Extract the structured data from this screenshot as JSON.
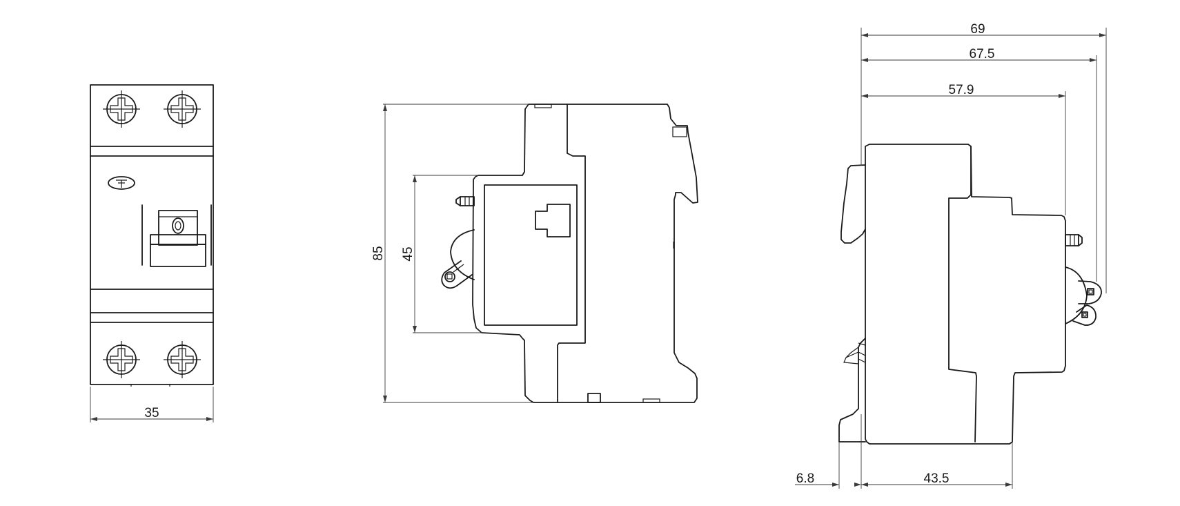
{
  "dimensions": {
    "front_width": "35",
    "side_height": "85",
    "side_inner_height": "45",
    "right_overall_69": "69",
    "right_overall_67_5": "67.5",
    "right_overall_57_9": "57.9",
    "right_bottom_6_8": "6.8",
    "right_bottom_43_5": "43.5"
  }
}
